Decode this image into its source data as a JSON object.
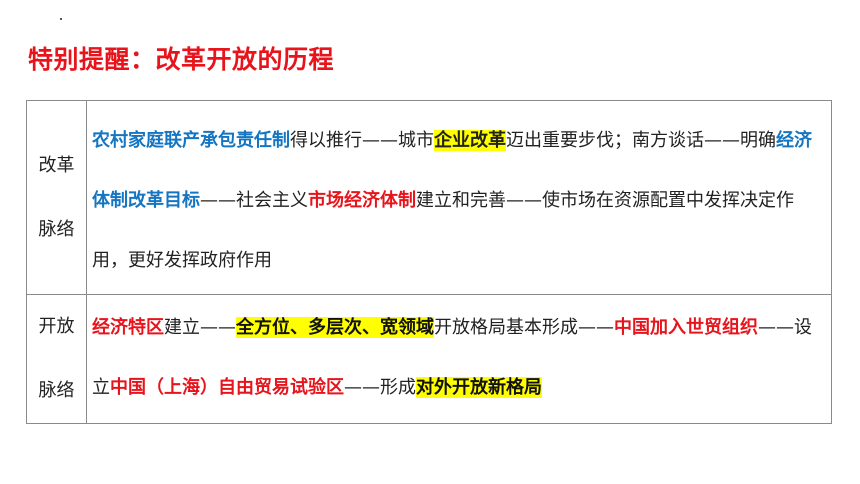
{
  "title": "特别提醒：改革开放的历程",
  "rows": [
    {
      "label_line1": "改革",
      "label_line2": "脉络",
      "segments": [
        {
          "text": "农村家庭联产承包责任制",
          "style": "blue"
        },
        {
          "text": "得以推行——城市",
          "style": "plain"
        },
        {
          "text": "企业改革",
          "style": "highlight"
        },
        {
          "text": "迈出重要步伐；南方谈话——明确",
          "style": "plain"
        },
        {
          "text": "经济体制改革目标",
          "style": "blue"
        },
        {
          "text": "——社会主义",
          "style": "plain"
        },
        {
          "text": "市场经济体制",
          "style": "red"
        },
        {
          "text": "建立和完善——使市场在资源配置中发挥决定作用，更好发挥政府作用",
          "style": "plain"
        }
      ]
    },
    {
      "label_line1": "开放",
      "label_line2": "脉络",
      "segments": [
        {
          "text": "经济特区",
          "style": "red"
        },
        {
          "text": "建立——",
          "style": "plain"
        },
        {
          "text": "全方位、多层次、宽领域",
          "style": "highlight"
        },
        {
          "text": "开放格局基本形成——",
          "style": "plain"
        },
        {
          "text": "中国加入世贸组织",
          "style": "red"
        },
        {
          "text": "——设立",
          "style": "plain"
        },
        {
          "text": "中国（上海）自由贸易试验区",
          "style": "red"
        },
        {
          "text": "——形成",
          "style": "plain"
        },
        {
          "text": "对外开放新格局",
          "style": "highlight"
        }
      ]
    }
  ],
  "colors": {
    "title": "#e8141c",
    "blue": "#1476c2",
    "red": "#e8141c",
    "highlight": "#ffff00",
    "border": "#8a8a8a"
  }
}
